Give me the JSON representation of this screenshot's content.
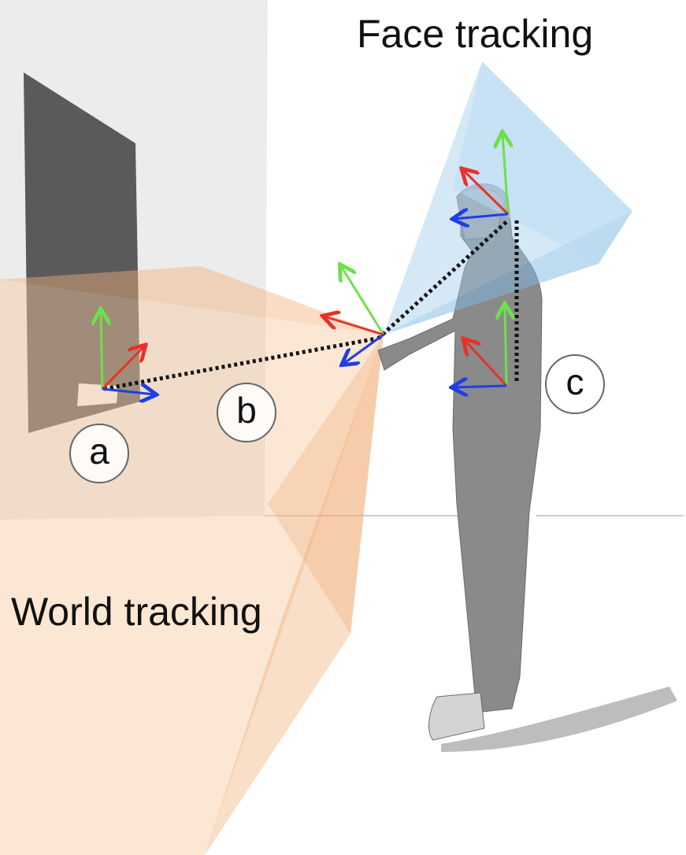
{
  "labels": {
    "face_tracking": "Face tracking",
    "world_tracking": "World tracking",
    "marker_a": "a",
    "marker_b": "b",
    "marker_c": "c"
  },
  "colors": {
    "axis_x": "#e8312a",
    "axis_y": "#6ee04a",
    "axis_z": "#1f3ee8",
    "world_frustum": "#f2b27a",
    "face_frustum": "#7fb8e0",
    "wall": "#e6e6e6",
    "screen": "#555555"
  }
}
